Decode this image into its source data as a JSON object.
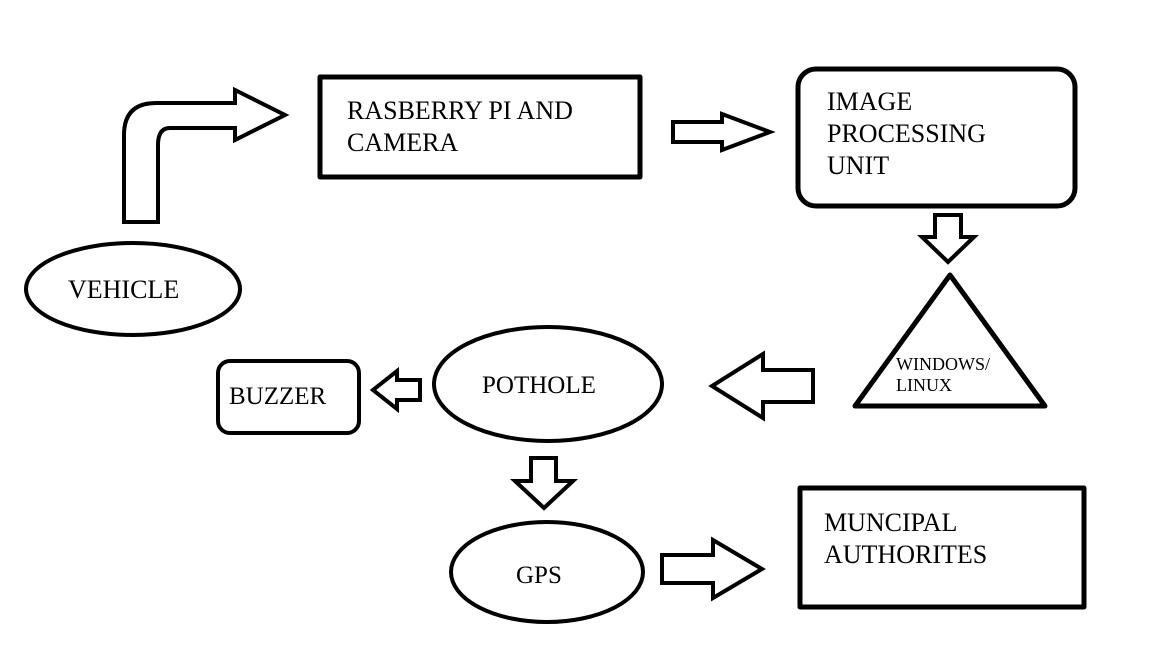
{
  "diagram": {
    "title": "",
    "nodes": {
      "vehicle": {
        "label": "VEHICLE",
        "shape": "ellipse"
      },
      "raspberry": {
        "label": "RASBERRY PI AND\nCAMERA",
        "shape": "rectangle"
      },
      "image_processing": {
        "label": "IMAGE\nPROCESSING\nUNIT",
        "shape": "rounded-rectangle"
      },
      "os": {
        "label": "WINDOWS/\nLINUX",
        "shape": "triangle"
      },
      "pothole": {
        "label": "POTHOLE",
        "shape": "ellipse"
      },
      "buzzer": {
        "label": "BUZZER",
        "shape": "rounded-rectangle"
      },
      "gps": {
        "label": "GPS",
        "shape": "ellipse"
      },
      "municipal": {
        "label": "MUNCIPAL\nAUTHORITES",
        "shape": "rectangle"
      }
    },
    "edges": [
      {
        "from": "vehicle",
        "to": "raspberry",
        "style": "bent-block-arrow"
      },
      {
        "from": "raspberry",
        "to": "image_processing",
        "style": "block-arrow-right"
      },
      {
        "from": "image_processing",
        "to": "os",
        "style": "block-arrow-down"
      },
      {
        "from": "os",
        "to": "pothole",
        "style": "block-arrow-left"
      },
      {
        "from": "pothole",
        "to": "buzzer",
        "style": "block-arrow-left"
      },
      {
        "from": "pothole",
        "to": "gps",
        "style": "block-arrow-down"
      },
      {
        "from": "gps",
        "to": "municipal",
        "style": "block-arrow-right"
      }
    ],
    "colors": {
      "stroke": "#000000",
      "fill": "#ffffff",
      "text": "#000000"
    }
  }
}
